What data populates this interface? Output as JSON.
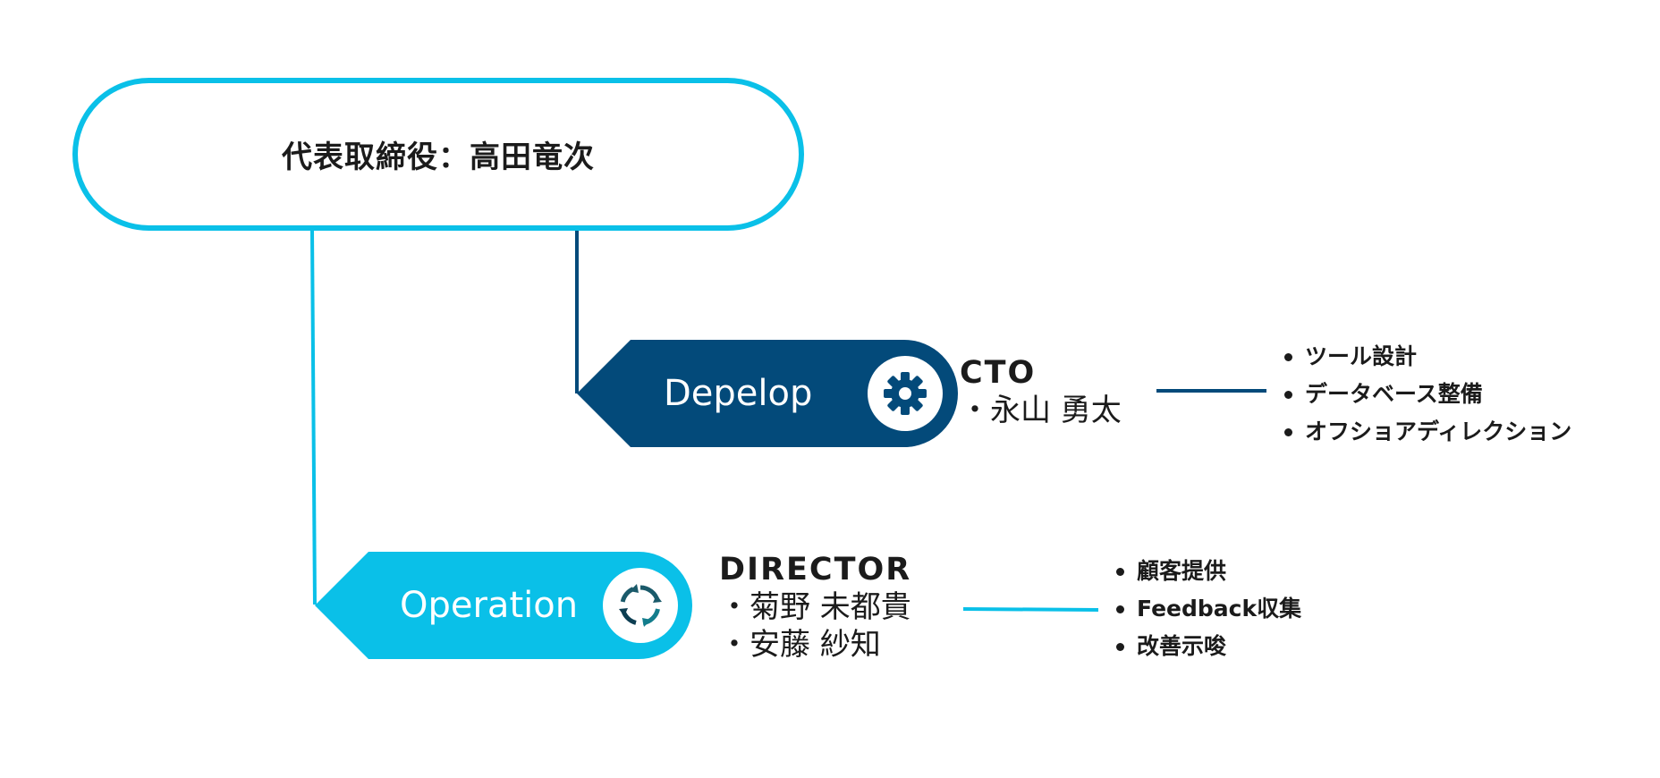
{
  "colors": {
    "accent_light": "#0ac0e8",
    "accent_dark": "#034a7a",
    "text": "#1b1b1b"
  },
  "ceo": {
    "title": "代表取締役：高田竜次"
  },
  "departments": [
    {
      "label": "Depelop",
      "icon": "gear-icon",
      "role_title": "CTO",
      "members": [
        "・永山 勇太"
      ],
      "tasks": [
        "ツール設計",
        "データベース整備",
        "オフショアディレクション"
      ]
    },
    {
      "label": "Operation",
      "icon": "cycle-arrows-icon",
      "role_title": "DIRECTOR",
      "members": [
        "・菊野 未都貴",
        "・安藤 紗知"
      ],
      "tasks": [
        "顧客提供",
        "Feedback収集",
        "改善示唆"
      ]
    }
  ]
}
